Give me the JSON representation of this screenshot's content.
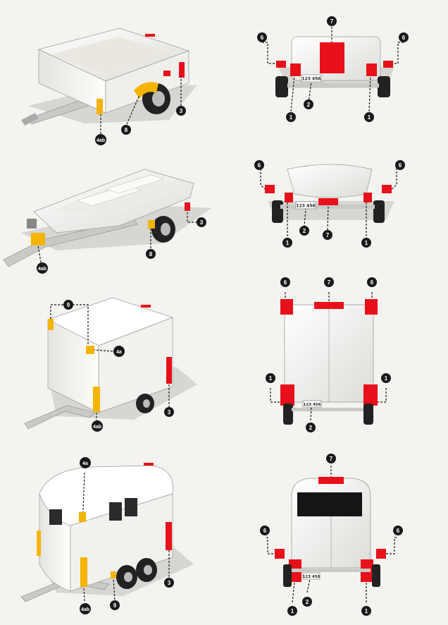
{
  "colors": {
    "background": "#f4f3ef",
    "red_marker": "#e8101a",
    "amber_marker": "#f5b400",
    "callout_dot": "#1a1a1a",
    "body_white": "#fbfaf6",
    "shadow": "#cfcfcf",
    "tire": "#222222"
  },
  "plate_text": "123 456",
  "panels": [
    {
      "id": "box-trailer",
      "side_labels": [
        "4ab",
        "8",
        "3"
      ],
      "rear_labels": [
        "7",
        "6",
        "6",
        "1",
        "2",
        "1"
      ]
    },
    {
      "id": "boat-trailer",
      "side_labels": [
        "4ab",
        "8",
        "3"
      ],
      "rear_labels": [
        "6",
        "6",
        "1",
        "2",
        "7",
        "1"
      ]
    },
    {
      "id": "cargo-trailer",
      "side_labels": [
        "9",
        "4a",
        "3",
        "4ab"
      ],
      "rear_labels": [
        "6",
        "7",
        "6",
        "1",
        "1",
        "2"
      ]
    },
    {
      "id": "horse-trailer",
      "side_labels": [
        "4a",
        "4ab",
        "9",
        "3"
      ],
      "rear_labels": [
        "7",
        "6",
        "6",
        "1",
        "2",
        "1"
      ]
    }
  ]
}
